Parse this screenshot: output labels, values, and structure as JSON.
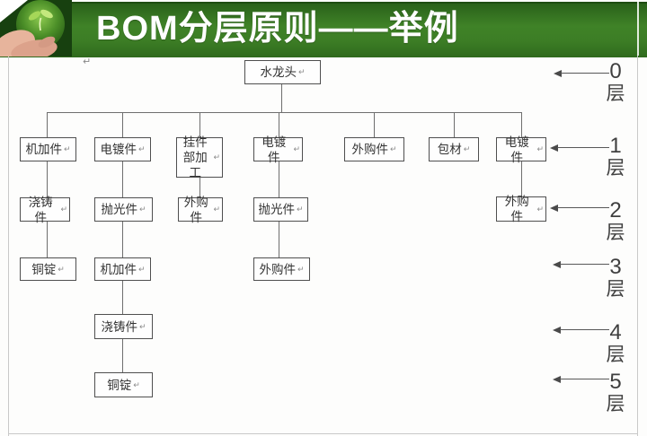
{
  "header": {
    "title": "BOM分层原则——举例",
    "logo": "hands-holding-seedling-photo",
    "colors": {
      "banner_green": "#3f8227",
      "banner_dark": "#2a611a",
      "title_text": "#ffffff"
    }
  },
  "diagram": {
    "return_mark": "↵",
    "root": {
      "label": "水龙头"
    },
    "level1": [
      "机加件",
      "电镀件",
      "挂件部加工",
      "电镀件",
      "外购件",
      "包材",
      "电镀件"
    ],
    "level2": [
      "浇铸件",
      "抛光件",
      "外购件",
      "抛光件",
      "外购件"
    ],
    "level3": [
      "铜锭",
      "机加件",
      "外购件"
    ],
    "level4": [
      "浇铸件"
    ],
    "level5": [
      "铜锭"
    ],
    "layer_labels": [
      {
        "num": "0",
        "word": "层"
      },
      {
        "num": "1",
        "word": "层"
      },
      {
        "num": "2",
        "word": "层"
      },
      {
        "num": "3",
        "word": "层"
      },
      {
        "num": "4",
        "word": "层"
      },
      {
        "num": "5",
        "word": "层"
      }
    ]
  }
}
